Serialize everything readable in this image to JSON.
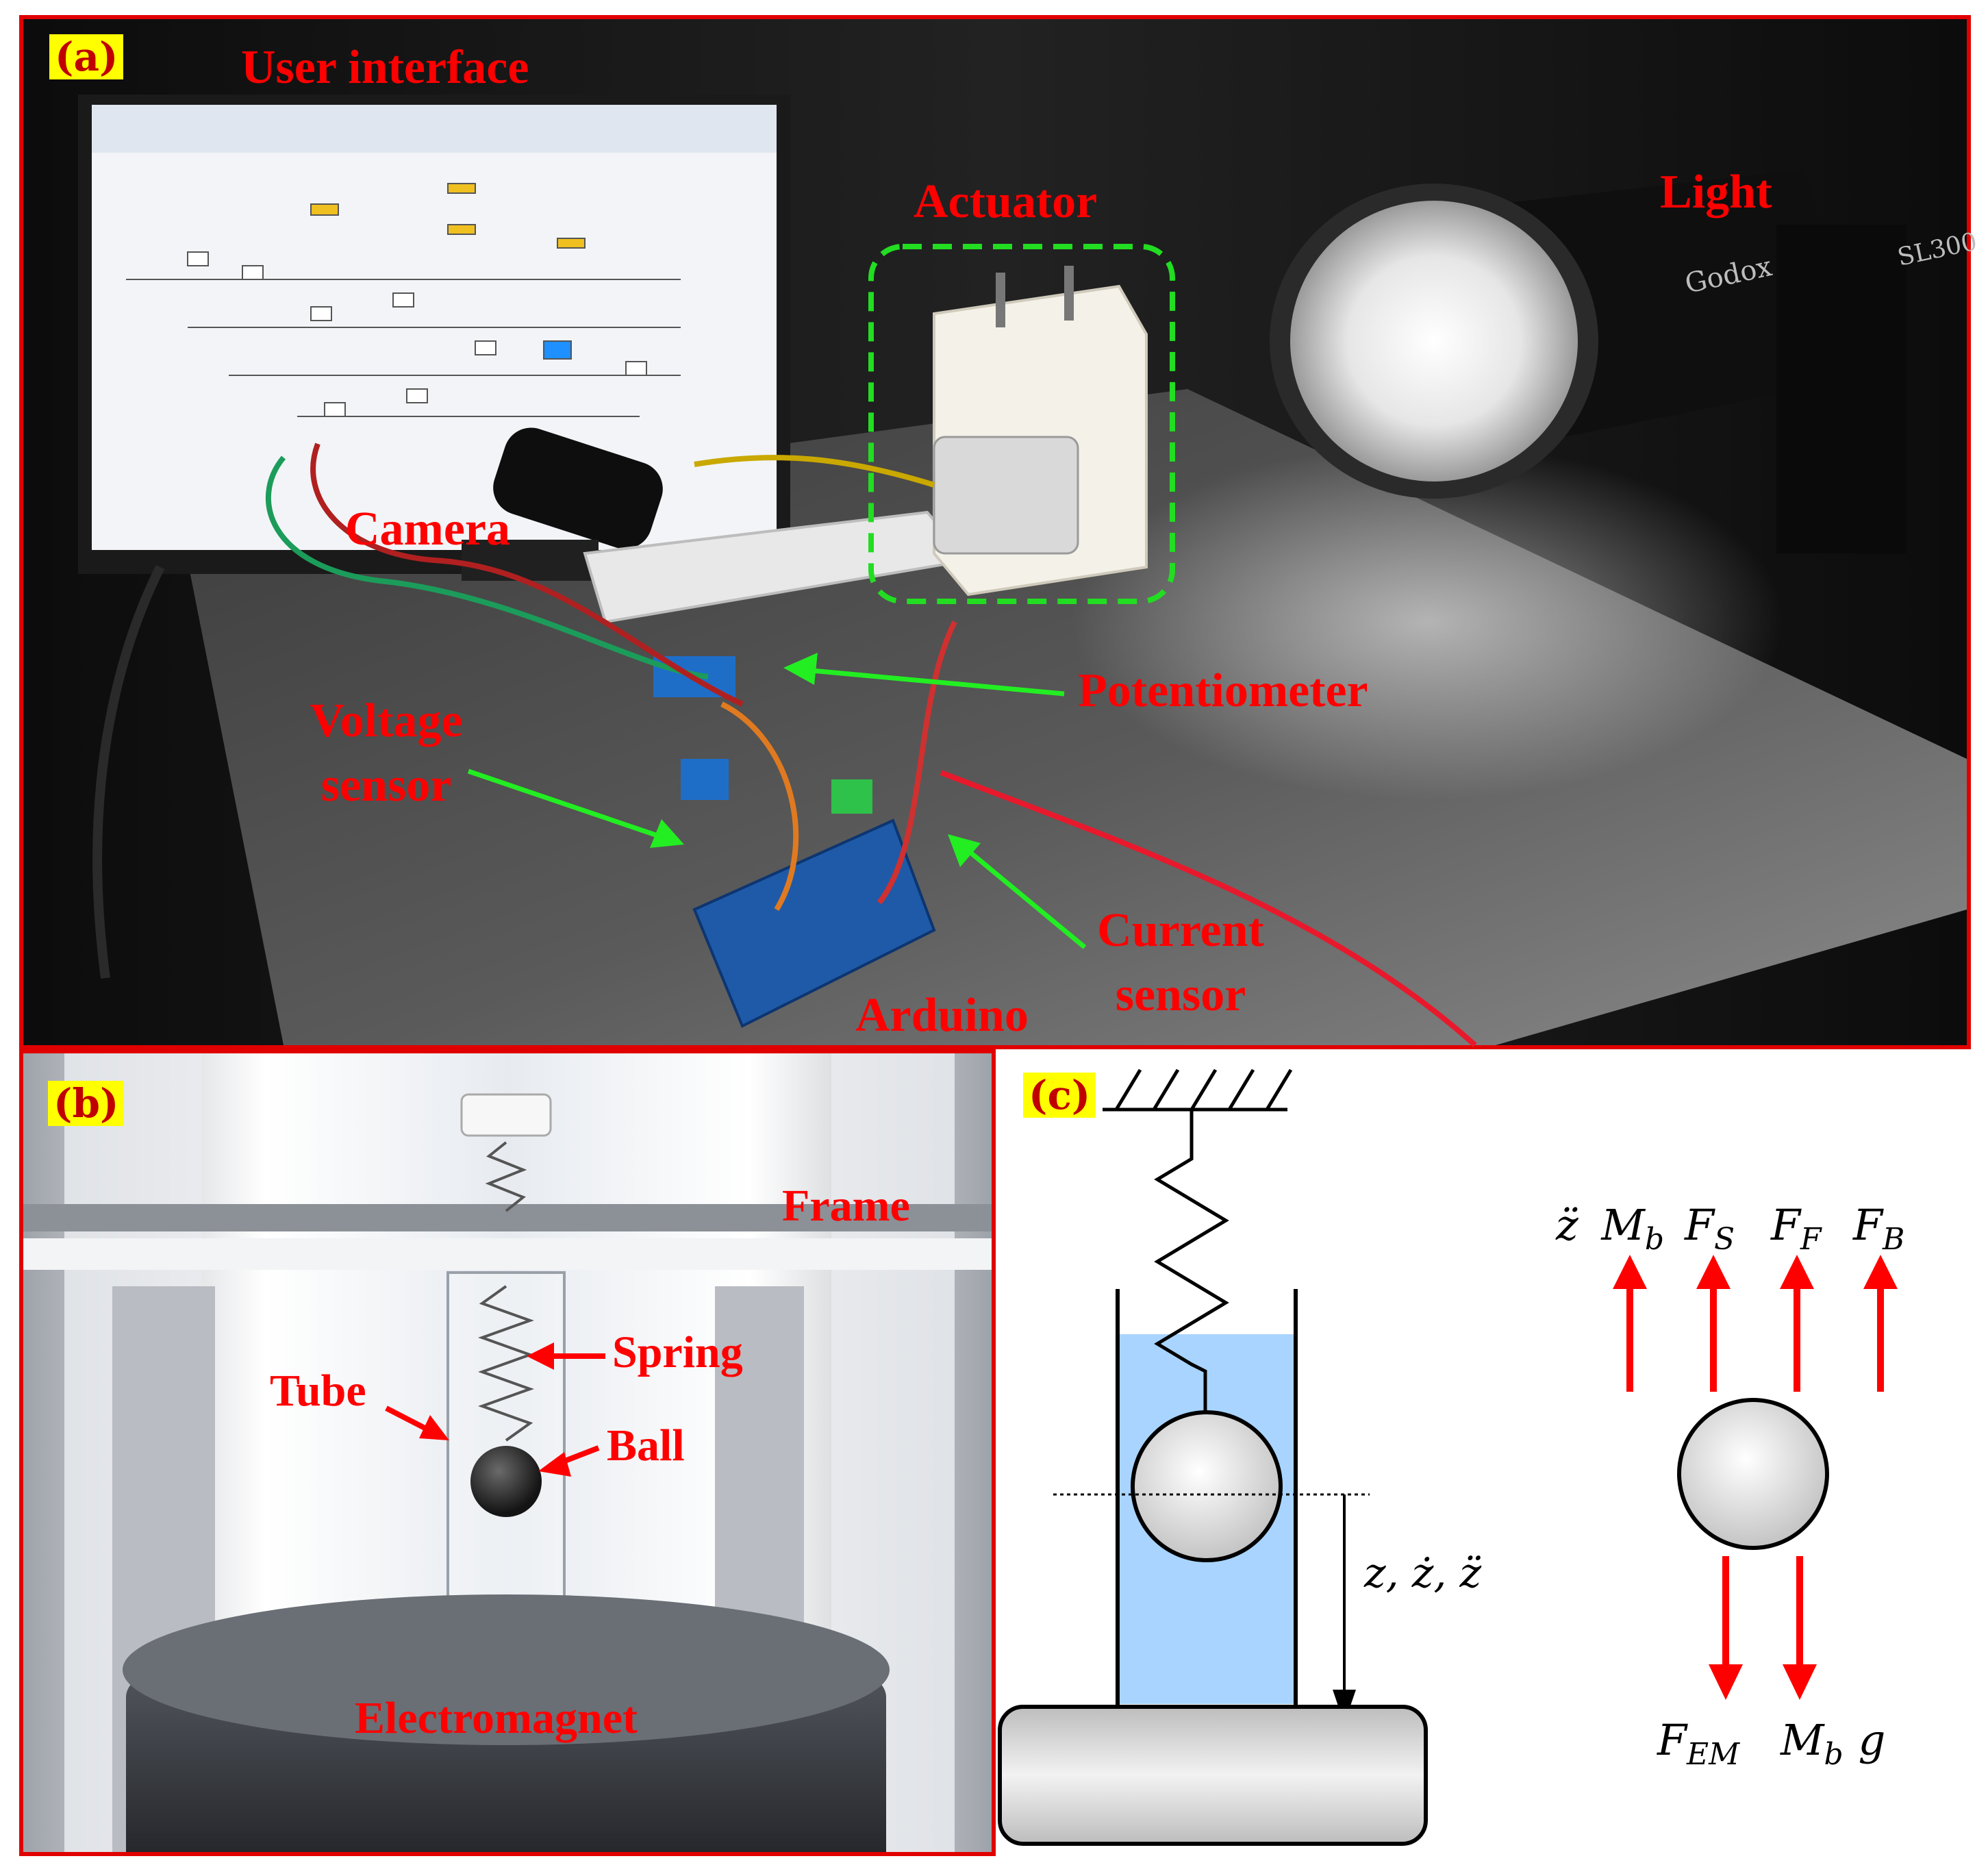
{
  "panels": {
    "a": {
      "tag": "(a)",
      "labels": {
        "user_interface": "User interface",
        "actuator": "Actuator",
        "light": "Light",
        "camera": "Camera",
        "potentiometer": "Potentiometer",
        "voltage_sensor_1": "Voltage",
        "voltage_sensor_2": "sensor",
        "current_sensor_1": "Current",
        "current_sensor_2": "sensor",
        "arduino": "Arduino"
      },
      "brand_text": "Godox",
      "model_text": "SL300"
    },
    "b": {
      "tag": "(b)",
      "labels": {
        "frame": "Frame",
        "spring": "Spring",
        "tube": "Tube",
        "ball": "Ball",
        "electromagnet": "Electromagnet"
      }
    },
    "c": {
      "tag": "(c)",
      "motion_label": "z, ż, z̈",
      "forces_up": [
        {
          "sym": "z̈",
          "main": "M",
          "sub": "b"
        },
        {
          "sym": "",
          "main": "F",
          "sub": "S"
        },
        {
          "sym": "",
          "main": "F",
          "sub": "F"
        },
        {
          "sym": "",
          "main": "F",
          "sub": "B"
        }
      ],
      "forces_down": [
        {
          "main": "F",
          "sub": "EM",
          "tail": ""
        },
        {
          "main": "M",
          "sub": "b",
          "tail": "g"
        }
      ]
    }
  },
  "colors": {
    "border": "#e00000",
    "label": "#ff0000",
    "tag_bg": "#ffff00",
    "arrow_force": "#ff0000",
    "arrow_pointer": "#22ee22",
    "actuator_box": "#22dd22",
    "fluid": "#a8d4ff"
  }
}
